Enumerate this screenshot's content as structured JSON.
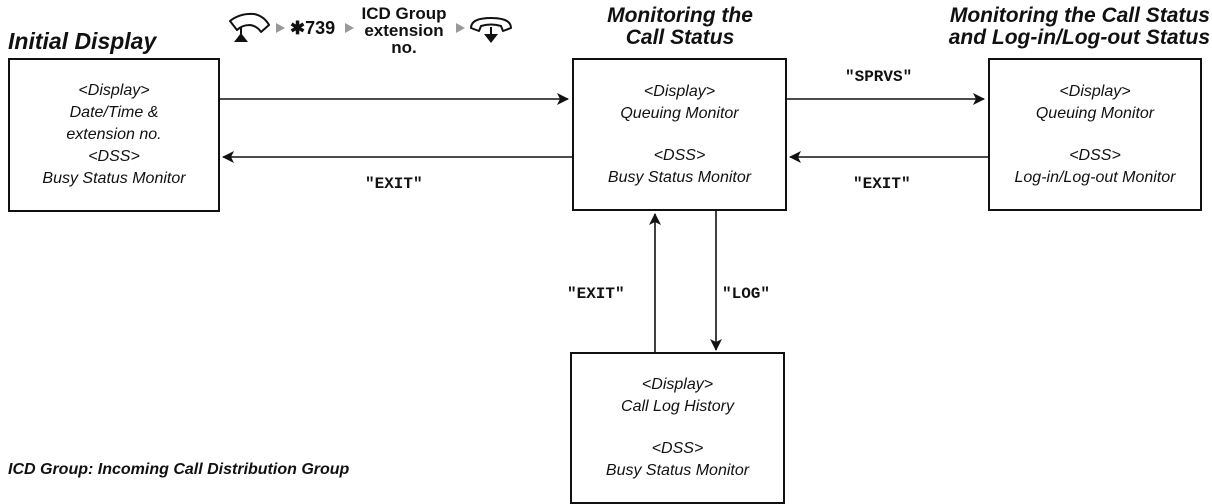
{
  "headings": {
    "initial": "Initial Display",
    "monitoring_call": [
      "Monitoring the",
      "Call Status"
    ],
    "monitoring_login": [
      "Monitoring the Call Status",
      "and Log-in/Log-out Status"
    ]
  },
  "procedure": {
    "off_hook_icon": "handset-off-hook-icon",
    "dial_code": "✱739",
    "group_label": [
      "ICD Group",
      "extension",
      "no."
    ],
    "on_hook_icon": "handset-on-hook-icon"
  },
  "boxes": {
    "initial": [
      "<Display>",
      "Date/Time &",
      "extension no.",
      "<DSS>",
      "Busy Status Monitor"
    ],
    "queuing": {
      "display": [
        "<Display>",
        "Queuing Monitor"
      ],
      "dss": [
        "<DSS>",
        "Busy Status Monitor"
      ]
    },
    "login": {
      "display": [
        "<Display>",
        "Queuing Monitor"
      ],
      "dss": [
        "<DSS>",
        "Log-in/Log-out Monitor"
      ]
    },
    "history": {
      "display": [
        "<Display>",
        "Call Log History"
      ],
      "dss": [
        "<DSS>",
        "Busy Status Monitor"
      ]
    }
  },
  "commands": {
    "sprvs": "\"SPRVS\"",
    "exit_left": "\"EXIT\"",
    "exit_right": "\"EXIT\"",
    "exit_up": "\"EXIT\"",
    "log": "\"LOG\""
  },
  "footnote": "ICD Group: Incoming Call Distribution Group"
}
